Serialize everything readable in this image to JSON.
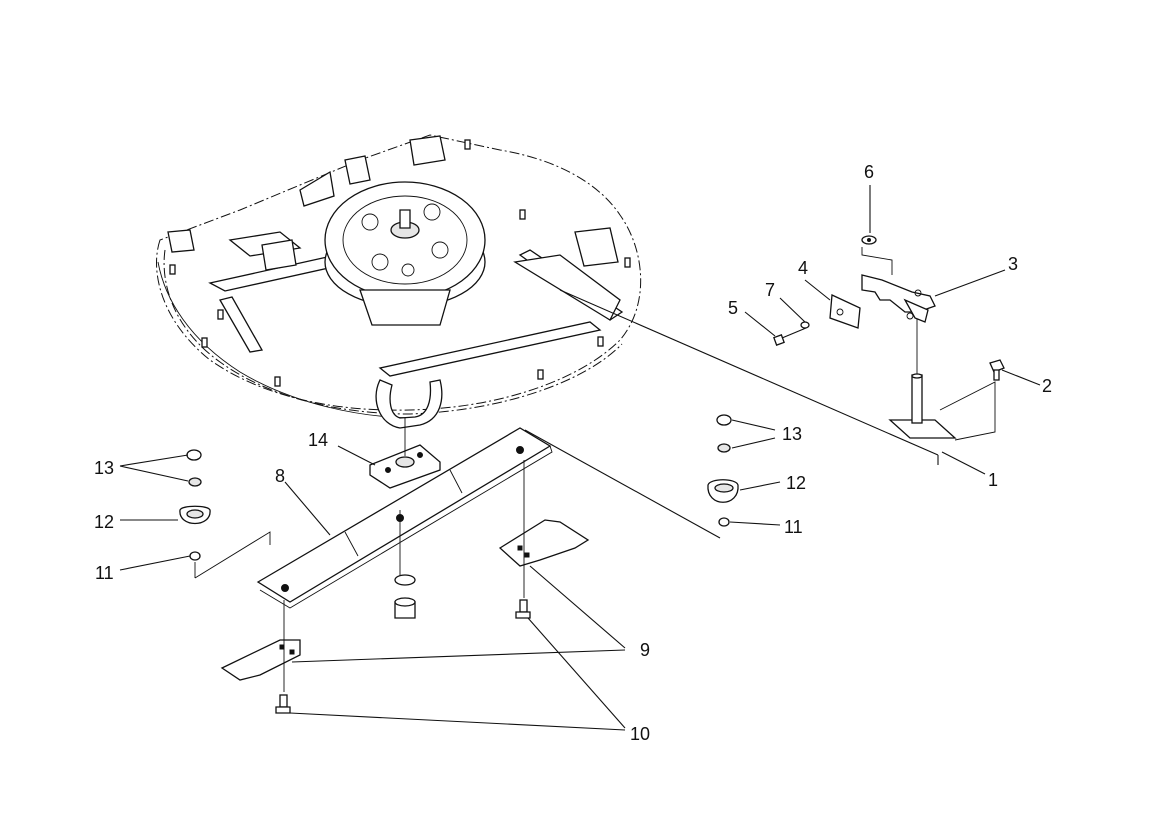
{
  "callouts": {
    "c1": "1",
    "c2": "2",
    "c3": "3",
    "c4": "4",
    "c5": "5",
    "c6": "6",
    "c7": "7",
    "c8": "8",
    "c9": "9",
    "c10": "10",
    "c11_left": "11",
    "c11_right": "11",
    "c12_left": "12",
    "c12_right": "12",
    "c13_left": "13",
    "c13_right": "13",
    "c14": "14"
  },
  "colors": {
    "ink": "#111111",
    "paper": "#ffffff"
  }
}
